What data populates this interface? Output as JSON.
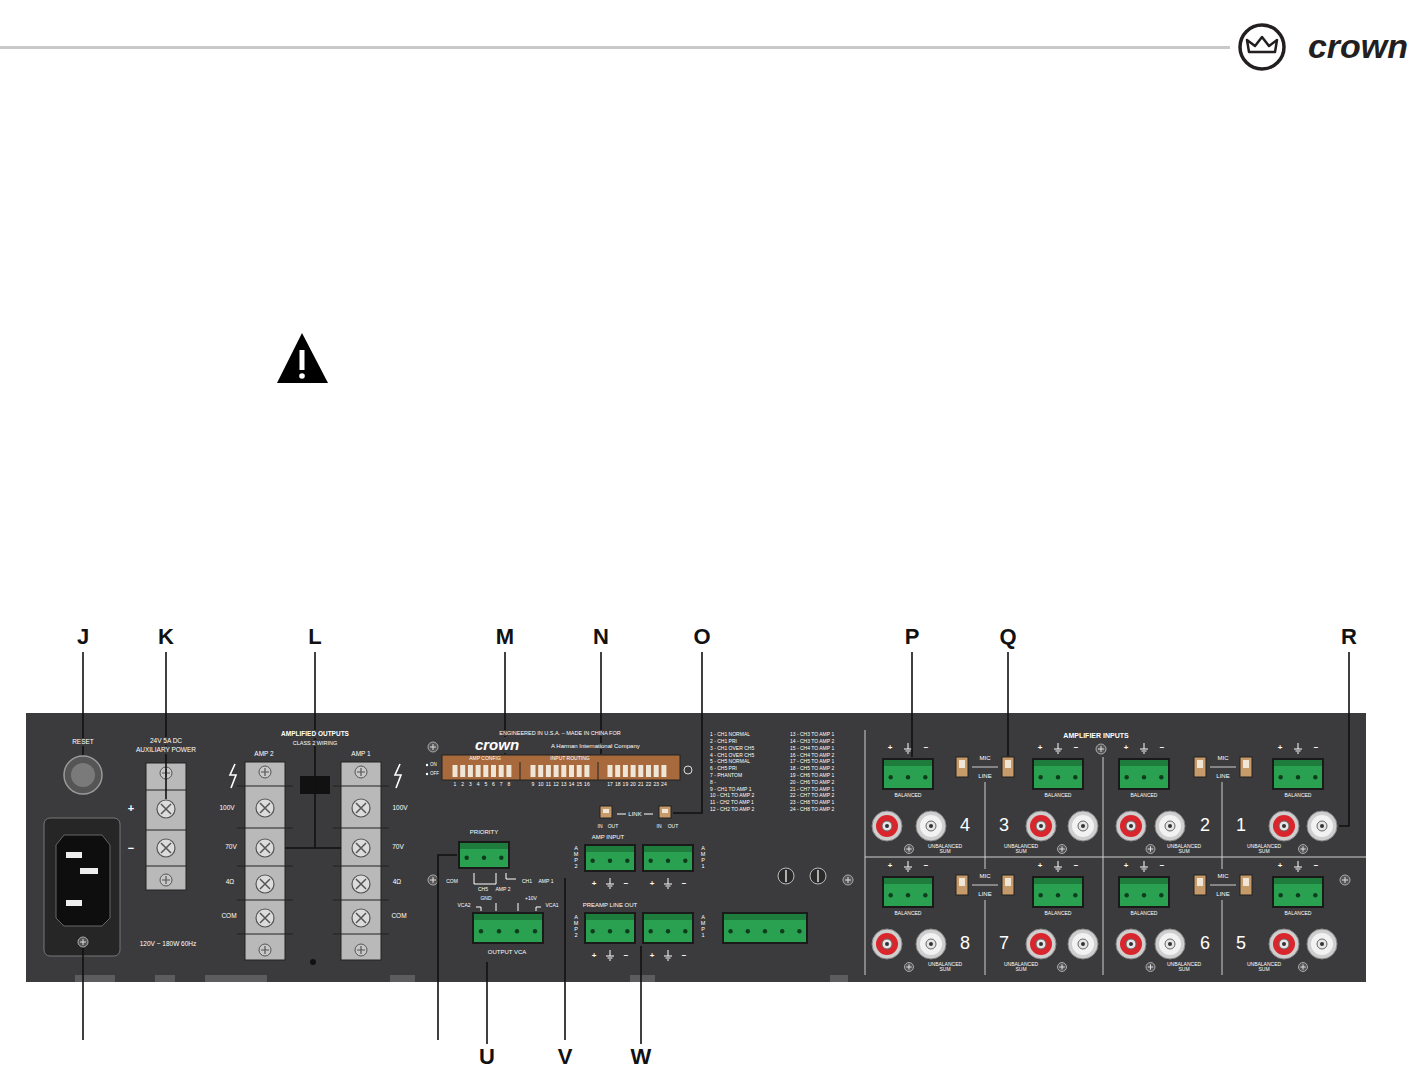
{
  "diagram": {
    "labels": [
      "crown",
      "J",
      "K",
      "L",
      "M",
      "N",
      "O",
      "P",
      "Q",
      "R",
      "U",
      "V",
      "W",
      "RESET",
      "24V 5A DC",
      "AUXILIARY POWER",
      "+",
      "−",
      "120V ~ 180W 60Hz",
      "AMPLIFIED OUTPUTS",
      "CLASS 2 WIRING",
      "AMP 2",
      "AMP 1",
      "100V",
      "70V",
      "4Ω",
      "COM",
      "100V",
      "70V",
      "4Ω",
      "COM",
      "ENGINEERED IN U.S.A. – MADE IN CHINA FOR",
      "crown",
      "A Harman International Company",
      "ON",
      "OFF",
      "AMP CONFIG",
      "INPUT ROUTING",
      "1",
      "2",
      "3",
      "4",
      "5",
      "6",
      "7",
      "8",
      "9",
      "10",
      "11",
      "12",
      "13",
      "14",
      "15",
      "16",
      "17",
      "18",
      "19",
      "20",
      "21",
      "22",
      "23",
      "24",
      "1 - CH1 NORMAL",
      "2 - CH1 PRI",
      "3 - CH1 OVER CH5",
      "4 - CH1 OVER CH5",
      "5 - CH5 NORMAL",
      "6 - CH5 PRI",
      "7 - PHANTOM",
      "8 -",
      "9 - CH1 TO AMP 1",
      "10 - CH1 TO AMP 2",
      "11 - CH2 TO AMP 1",
      "12 - CH2 TO AMP 2",
      "13 - CH3 TO AMP 1",
      "14 - CH3 TO AMP 2",
      "15 - CH4 TO AMP 1",
      "16 - CH4 TO AMP 2",
      "17 - CH5 TO AMP 1",
      "18 - CH5 TO AMP 2",
      "19 - CH6 TO AMP 1",
      "20 - CH6 TO AMP 2",
      "21 - CH7 TO AMP 1",
      "22 - CH7 TO AMP 2",
      "23 - CH8 TO AMP 1",
      "24 - CH8 TO AMP 2",
      "LINK",
      "IN",
      "OUT",
      "IN",
      "OUT",
      "PRIORITY",
      "COM",
      "CH5",
      "AMP 2",
      "CH1",
      "AMP 1",
      "GND",
      "VCA2",
      "+10V",
      "VCA1",
      "OUTPUT VCA",
      "AMP INPUT",
      "AMP 2",
      "AMP 1",
      "+",
      "−",
      "+",
      "−",
      "PREAMP LINE OUT",
      "AMP 2",
      "AMP 1",
      "+",
      "−",
      "+",
      "−",
      "AMPLIFIER INPUTS",
      "+",
      "−",
      "BALANCED",
      "4",
      "UNBALANCED SUM",
      "+",
      "−",
      "BALANCED",
      "3",
      "UNBALANCED SUM",
      "+",
      "−",
      "BALANCED",
      "2",
      "UNBALANCED SUM",
      "+",
      "−",
      "BALANCED",
      "1",
      "UNBALANCED SUM",
      "+",
      "−",
      "BALANCED",
      "8",
      "UNBALANCED SUM",
      "+",
      "−",
      "BALANCED",
      "7",
      "UNBALANCED SUM",
      "+",
      "−",
      "BALANCED",
      "6",
      "UNBALANCED SUM",
      "+",
      "−",
      "BALANCED",
      "5",
      "UNBALANCED SUM",
      "MIC",
      "LINE",
      "MIC",
      "LINE",
      "MIC",
      "LINE",
      "MIC",
      "LINE"
    ]
  }
}
